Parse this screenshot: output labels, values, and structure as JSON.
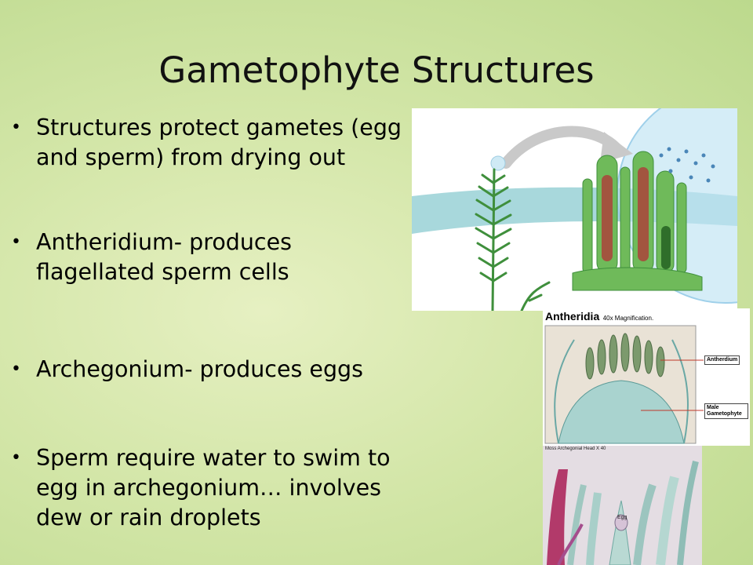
{
  "slide": {
    "title": "Gametophyte Structures",
    "bullet_glyph": "•",
    "bullets": [
      {
        "lines": [
          "Structures protect gametes (egg",
          "and sperm) from drying out"
        ]
      },
      {
        "lines": [
          "Antheridium- produces",
          "flagellated sperm cells"
        ]
      },
      {
        "lines": [
          "Archegonium- produces eggs"
        ]
      },
      {
        "lines": [
          "Sperm require water to swim to",
          "egg in archegonium… involves",
          "dew or rain droplets"
        ]
      }
    ]
  },
  "figures": {
    "antheridia_micrograph": {
      "title": "Antheridia",
      "magnification": "40x Magnification.",
      "labels": [
        "Antherdium",
        "Male Gametophyte"
      ]
    },
    "archegonia_micrograph": {
      "caption": "Moss Archegonial Head X 40",
      "label": "Egg"
    }
  },
  "colors": {
    "background": "#d3e6a8",
    "water": "#a8d8dc",
    "moss_green": "#3f8f3c",
    "antheridium_brown": "#a2553f",
    "droplet": "#bfe3f3"
  }
}
